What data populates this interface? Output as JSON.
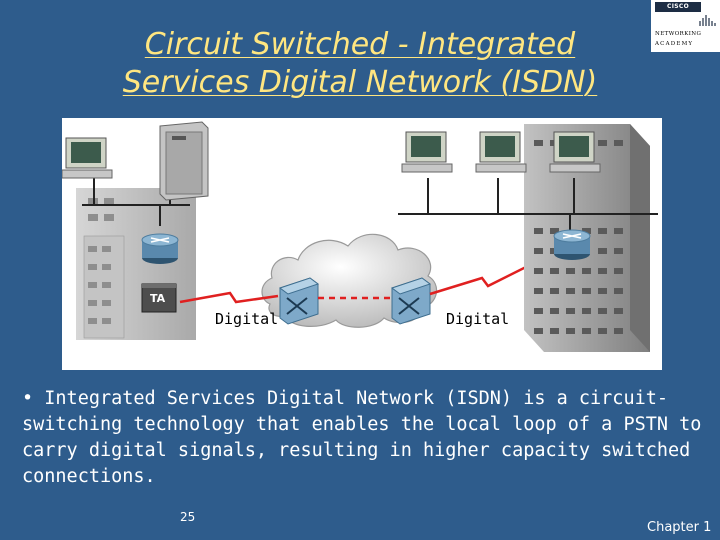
{
  "slide": {
    "title_line1": "Circuit Switched - Integrated",
    "title_line2": "Services Digital Network (ISDN)",
    "body": "• Integrated Services Digital Network (ISDN) is a circuit-switching technology that enables the local loop of a PSTN to carry digital signals, resulting in higher capacity switched connections.",
    "page_number": "25",
    "footer": "Chapter 1"
  },
  "logo": {
    "brand": "CISCO SYSTEMS",
    "line1": "NETWORKING",
    "line2": "ACADEMY"
  },
  "diagram": {
    "label_left": "Digital",
    "label_right": "Digital",
    "ta_label": "TA",
    "colors": {
      "wan_link": "#E02020",
      "background": "#FFFFFF",
      "slide_bg": "#2E5C8C",
      "title": "#FFE680"
    }
  }
}
